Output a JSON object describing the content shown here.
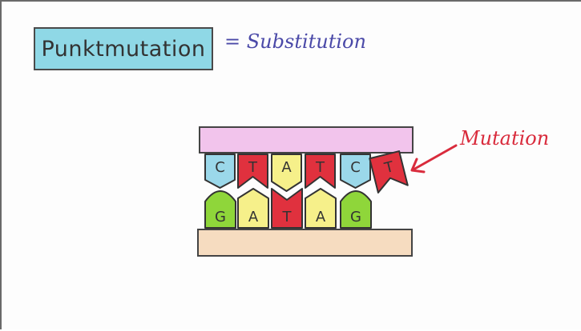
{
  "title": "Punktmutation",
  "subtitle": "= Substitution",
  "mutation_label": "Mutation",
  "colors": {
    "cyan": "#9bd8ea",
    "red": "#e0313e",
    "yellow": "#f6f08a",
    "green": "#8fd63a",
    "top_strand": "#f2c4ec",
    "bottom_strand": "#f6dcc0",
    "arrow": "#d92b3c"
  },
  "top_bases": [
    {
      "letter": "C",
      "shape": "cyan"
    },
    {
      "letter": "T",
      "shape": "red"
    },
    {
      "letter": "A",
      "shape": "yellow"
    },
    {
      "letter": "T",
      "shape": "red"
    },
    {
      "letter": "C",
      "shape": "cyan"
    },
    {
      "letter": "T",
      "shape": "red",
      "mutated": true
    }
  ],
  "bottom_bases": [
    {
      "letter": "G",
      "shape": "green"
    },
    {
      "letter": "A",
      "shape": "yellow"
    },
    {
      "letter": "T",
      "shape": "red"
    },
    {
      "letter": "A",
      "shape": "yellow"
    },
    {
      "letter": "G",
      "shape": "green"
    }
  ]
}
